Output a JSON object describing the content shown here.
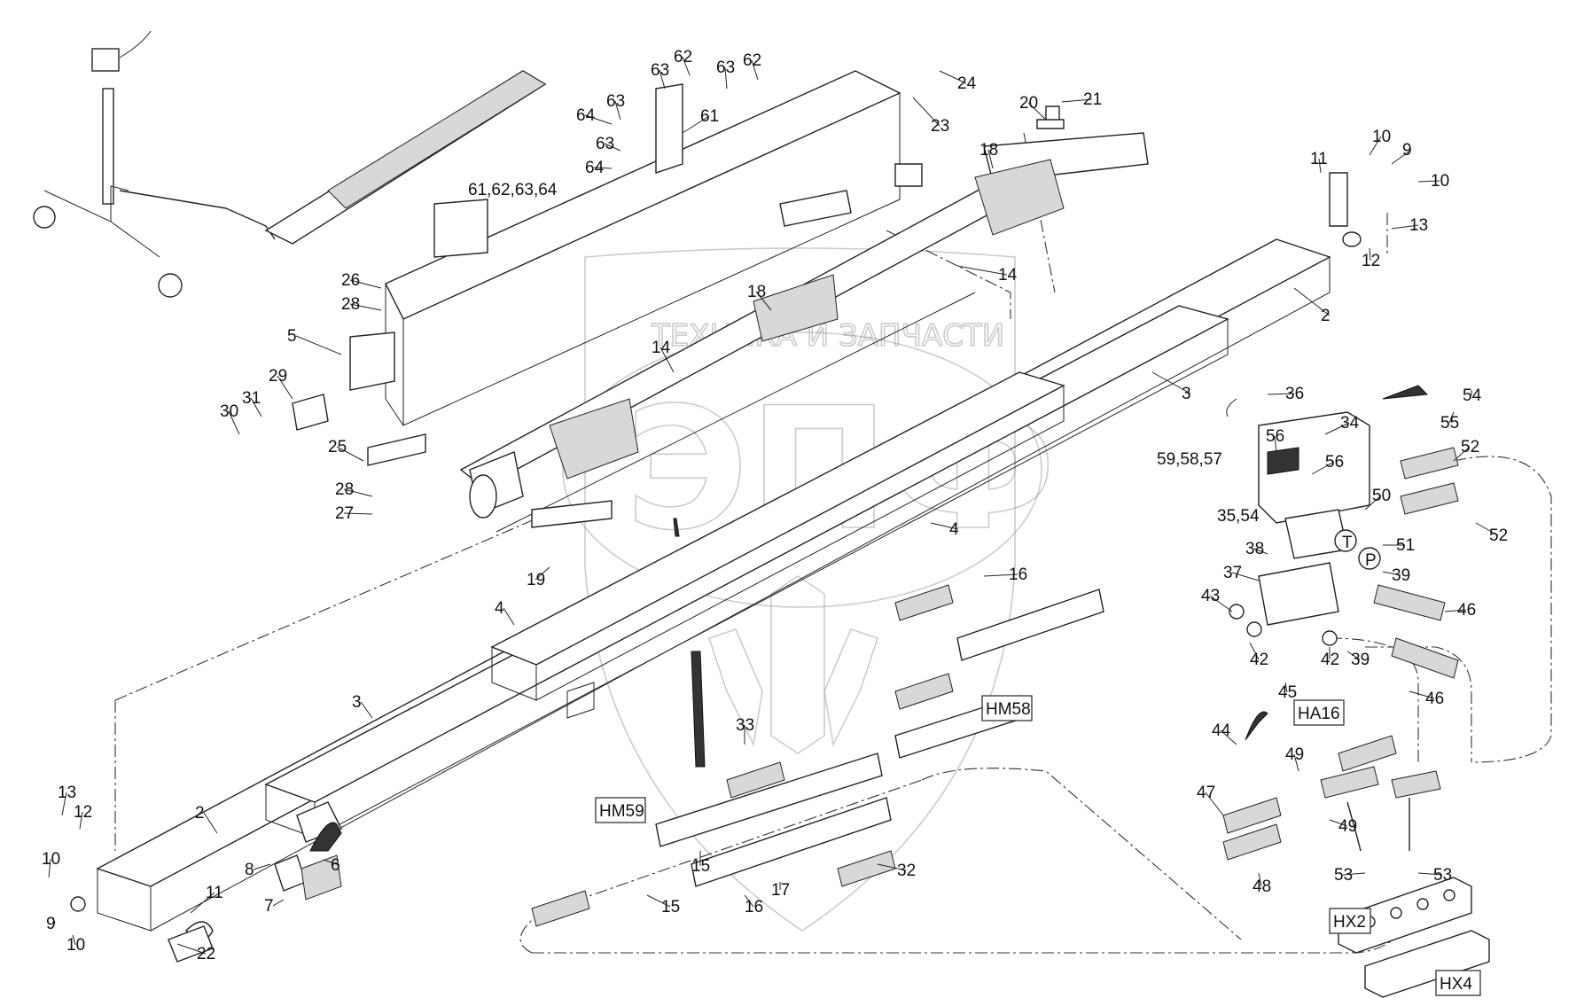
{
  "watermark": {
    "line1": "ТЕХНИКА И ЗАПЧАСТИ",
    "logo": "ЭПФ"
  },
  "tags": [
    "HM58",
    "HM59",
    "HA16",
    "HX2",
    "HX4"
  ],
  "callouts": [
    "61,62,63,64",
    "59,58,57",
    "35,54",
    "P",
    "T"
  ]
}
